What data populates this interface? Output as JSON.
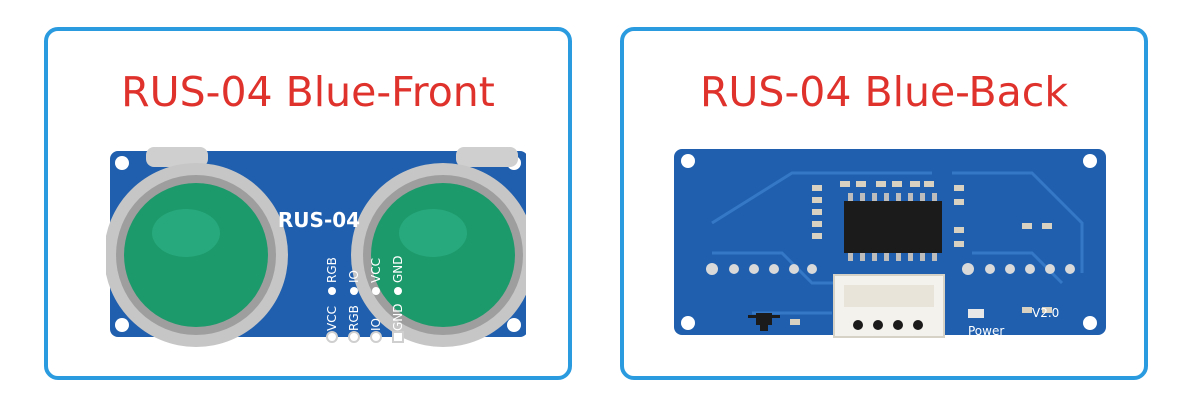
{
  "colors": {
    "card_border": "#2b9be0",
    "title_text": "#e0322c",
    "pcb_blue": "#1f5fae",
    "transducer_mesh": "#1d9a6c",
    "transducer_ring": "#c8c8c8"
  },
  "cards": [
    {
      "title": "RUS-04 Blue-Front",
      "board": {
        "model_label": "RUS-04",
        "pin_labels_upper": [
          "RGB",
          "IO",
          "VCC",
          "GND"
        ],
        "pin_labels_lower": [
          "VCC",
          "RGB",
          "IO",
          "GND"
        ]
      }
    },
    {
      "title": "RUS-04 Blue-Back",
      "board": {
        "power_label": "Power",
        "version_label": "V2.0"
      }
    }
  ]
}
